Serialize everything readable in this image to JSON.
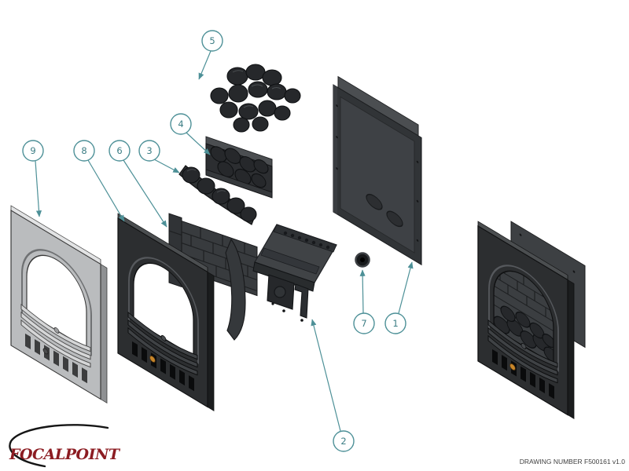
{
  "diagram": {
    "background_color": "#ffffff",
    "accent_color": "#4d9097",
    "logo": {
      "text": "FOCALPOINT",
      "color": "#8c1c22",
      "swoosh_color": "#151515"
    },
    "footer": {
      "drawing_number": "DRAWING NUMBER F500161 v1.0"
    },
    "callouts": [
      {
        "number": "1"
      },
      {
        "number": "2"
      },
      {
        "number": "3"
      },
      {
        "number": "4"
      },
      {
        "number": "5"
      },
      {
        "number": "6"
      },
      {
        "number": "7"
      },
      {
        "number": "8"
      },
      {
        "number": "9"
      }
    ]
  }
}
